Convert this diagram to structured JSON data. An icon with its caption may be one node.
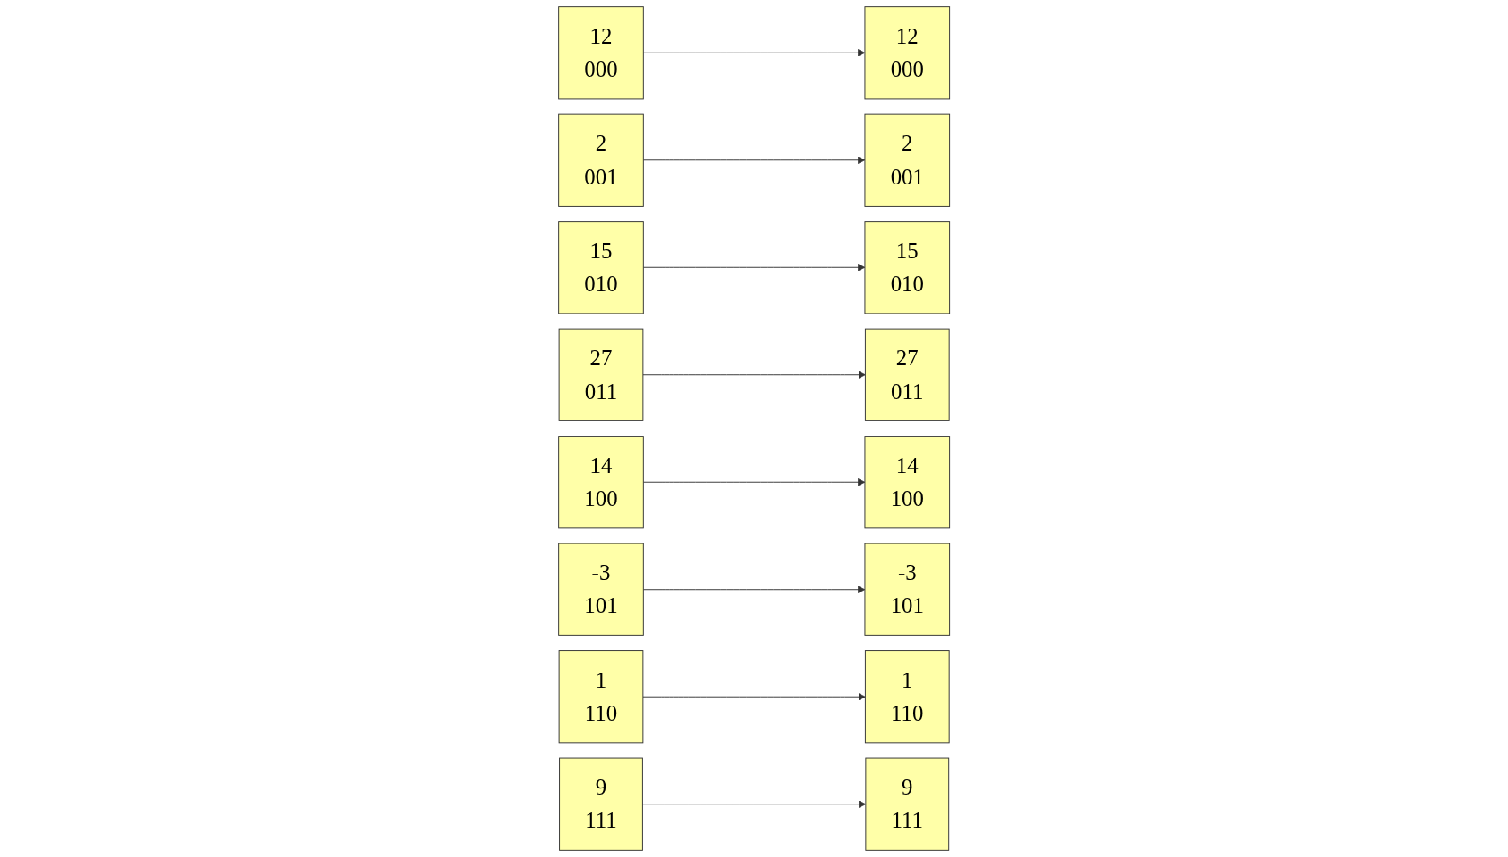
{
  "diagram": {
    "nodes": [
      {
        "text": [
          "12",
          "000"
        ]
      },
      {
        "text": [
          "2",
          "001"
        ]
      },
      {
        "text": [
          "15",
          "010"
        ]
      },
      {
        "text": [
          "27",
          "011"
        ]
      },
      {
        "text": [
          "14",
          "100"
        ]
      },
      {
        "text": [
          "-3",
          "101"
        ]
      },
      {
        "text": [
          "1",
          "110"
        ]
      },
      {
        "text": [
          "9",
          "111"
        ]
      },
      {
        "text": [
          "12",
          "000"
        ]
      },
      {
        "text": [
          "14",
          "100"
        ]
      },
      {
        "text": [
          "15",
          "010"
        ]
      },
      {
        "text": [
          "1",
          "110"
        ]
      },
      {
        "text": [
          "2",
          "001"
        ]
      },
      {
        "text": [
          "-3",
          "101"
        ]
      },
      {
        "text": [
          "27",
          "011"
        ]
      },
      {
        "text": [
          "9",
          "111"
        ]
      }
    ],
    "edges": [
      {
        "from": 0,
        "to": 8,
        "arrow": "to"
      },
      {
        "from": 1,
        "to": 12,
        "arrow": "to"
      },
      {
        "from": 2,
        "to": 10,
        "arrow": "to"
      },
      {
        "from": 3,
        "to": 14,
        "arrow": "to"
      },
      {
        "from": 4,
        "to": 9,
        "arrow": "to"
      },
      {
        "from": 5,
        "to": 13,
        "arrow": "to"
      },
      {
        "from": 6,
        "to": 11,
        "arrow": "to"
      },
      {
        "from": 7,
        "to": 15,
        "arrow": "to"
      }
    ]
  }
}
